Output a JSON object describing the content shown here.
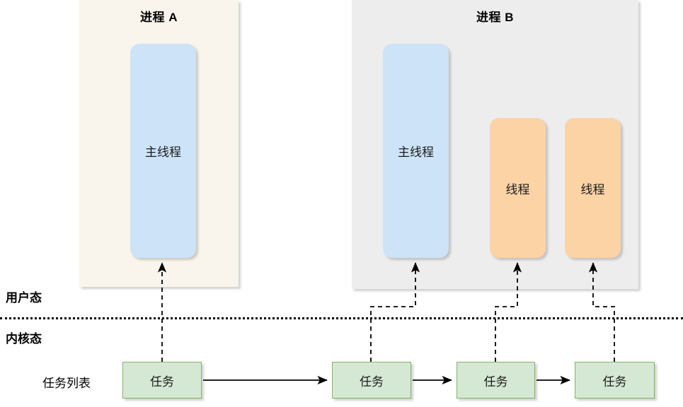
{
  "diagram": {
    "title_a": "进程 A",
    "title_b": "进程 B",
    "processes": [
      {
        "name": "进程 A",
        "threads": [
          {
            "label": "主线程",
            "type": "main"
          }
        ]
      },
      {
        "name": "进程 B",
        "threads": [
          {
            "label": "主线程",
            "type": "main"
          },
          {
            "label": "线程",
            "type": "worker"
          },
          {
            "label": "线程",
            "type": "worker"
          }
        ]
      }
    ],
    "mode_labels": {
      "user": "用户态",
      "kernel": "内核态"
    },
    "task_list_label": "任务列表",
    "tasks": [
      {
        "label": "任务"
      },
      {
        "label": "任务"
      },
      {
        "label": "任务"
      },
      {
        "label": "任务"
      }
    ],
    "colors": {
      "process_a_bg": "#f9f5ec",
      "process_b_bg": "#ededed",
      "main_thread_bg": "#cde3f7",
      "worker_thread_bg": "#fbd3a5",
      "task_bg": "#d5e8d4",
      "task_border": "#82b366",
      "line": "#000000"
    }
  }
}
